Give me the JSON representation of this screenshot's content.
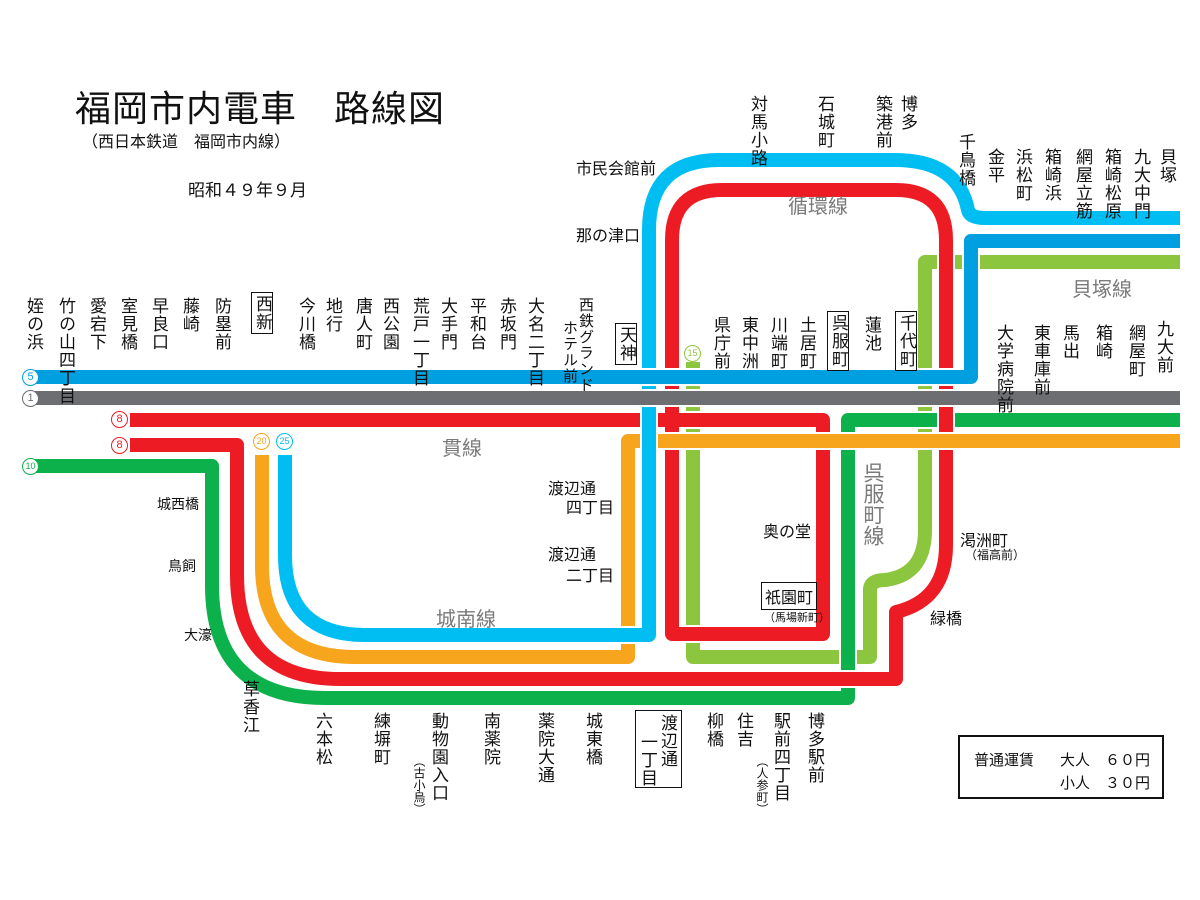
{
  "header": {
    "title": "福岡市内電車　路線図",
    "subtitle": "（西日本鉄道　福岡市内線）",
    "date": "昭和４９年９月"
  },
  "colors": {
    "route5": "#009fdf",
    "route1": "#6d6e71",
    "route8": "#ed1c24",
    "route20": "#f6a51d",
    "route25": "#00bef2",
    "route10": "#0db14b",
    "route15": "#8cc63f"
  },
  "badges": [
    "5",
    "1",
    "8",
    "8",
    "20",
    "25",
    "10",
    "15"
  ],
  "line_names": {
    "junkan": "循環線",
    "kaizuka": "貝塚線",
    "kan": "貫線",
    "jonan": "城南線",
    "gofukumachi": "呉服町線"
  },
  "stations_top_left": [
    "姪の浜",
    "竹の山四丁目",
    "愛宕下",
    "室見橋",
    "早良口",
    "藤崎",
    "防塁前",
    "西新",
    "今川橋",
    "地行",
    "唐人町",
    "西公園",
    "荒戸一丁目",
    "大手門",
    "平和台",
    "赤坂門",
    "大名二丁目",
    "西鉄グランド",
    "ホテル前",
    "天神"
  ],
  "stations_center": [
    "県庁前",
    "東中洲",
    "川端町",
    "土居町",
    "呉服町",
    "蓮池",
    "千代町"
  ],
  "stations_kaizuka_lower": [
    "大学病院前",
    "東車庫前",
    "馬出",
    "箱崎",
    "網屋町",
    "九大前"
  ],
  "stations_loop_top": [
    "対馬小路",
    "石城町",
    "築港前",
    "博多"
  ],
  "stations_kaizuka_upper": [
    "千鳥橋",
    "金平",
    "浜松町",
    "箱崎浜",
    "網屋立筋",
    "箱崎松原",
    "九大中門",
    "貝塚"
  ],
  "stations_loop_left": [
    "市民会館前",
    "那の津口"
  ],
  "stations_west": [
    "城西橋",
    "鳥飼",
    "大濠",
    "草香江"
  ],
  "stations_bottom": [
    "六本松",
    "練塀町",
    "動物園入口",
    "（古小烏）",
    "南薬院",
    "薬院大通",
    "城東橋",
    "渡辺通",
    "一丁目",
    "柳橋",
    "住吉",
    "駅前四丁目",
    "（人参町）",
    "博多駅前"
  ],
  "stations_inner": [
    "渡辺通",
    "四丁目",
    "渡辺通",
    "二丁目",
    "奥の堂",
    "祇園町",
    "（馬場新町）",
    "渇洲町",
    "（福高前）",
    "緑橋"
  ],
  "fare": {
    "label": "普通運賃",
    "adult": "大人　６０円",
    "child": "小人　３０円"
  }
}
